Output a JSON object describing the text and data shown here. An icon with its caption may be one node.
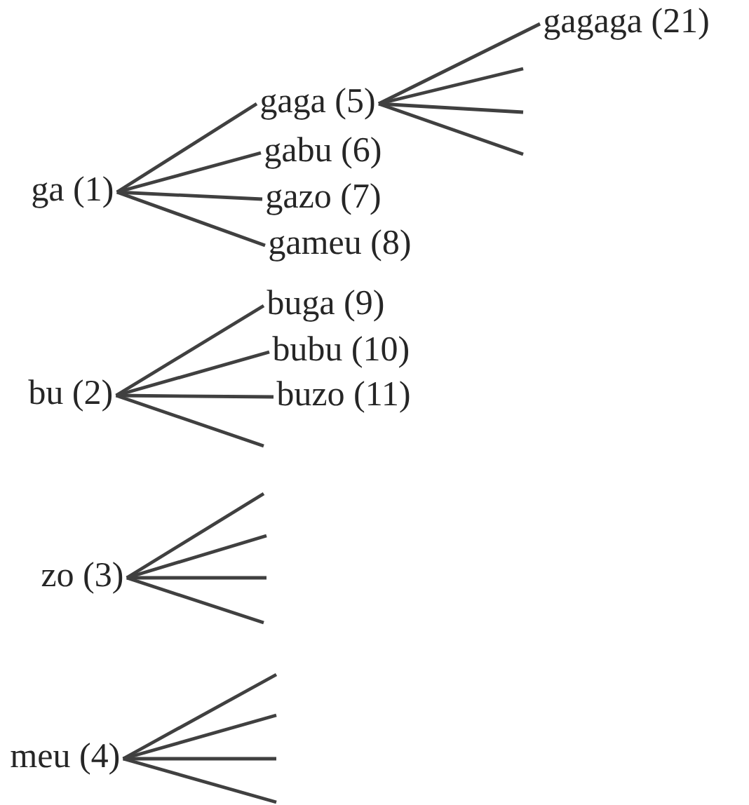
{
  "diagram": {
    "nodes": [
      {
        "text": [
          "gagaga (21)"
        ]
      },
      {
        "text": [
          "gaga (5)"
        ]
      },
      {
        "text": [
          "gabu (6)"
        ]
      },
      {
        "text": [
          "ga (1)"
        ]
      },
      {
        "text": [
          "gazo (7)"
        ]
      },
      {
        "text": [
          "gameu (8)"
        ]
      },
      {
        "text": [
          "buga (9)"
        ]
      },
      {
        "text": [
          "bubu (10)"
        ]
      },
      {
        "text": [
          "bu (2)"
        ]
      },
      {
        "text": [
          "buzo (11)"
        ]
      },
      {
        "text": [
          "zo (3)"
        ]
      },
      {
        "text": [
          "meu (4)"
        ]
      }
    ],
    "edges": [
      {
        "from": 3,
        "to": 1,
        "arrow": "none"
      },
      {
        "from": 3,
        "to": 2,
        "arrow": "none"
      },
      {
        "from": 3,
        "to": 4,
        "arrow": "none"
      },
      {
        "from": 3,
        "to": 5,
        "arrow": "none"
      },
      {
        "from": 1,
        "to": 0,
        "arrow": "none"
      },
      {
        "from": 1,
        "to": null,
        "arrow": "none"
      },
      {
        "from": 1,
        "to": null,
        "arrow": "none"
      },
      {
        "from": 1,
        "to": null,
        "arrow": "none"
      },
      {
        "from": 8,
        "to": 6,
        "arrow": "none"
      },
      {
        "from": 8,
        "to": 7,
        "arrow": "none"
      },
      {
        "from": 8,
        "to": 9,
        "arrow": "none"
      },
      {
        "from": 8,
        "to": null,
        "arrow": "none"
      },
      {
        "from": 10,
        "to": null,
        "arrow": "none"
      },
      {
        "from": 10,
        "to": null,
        "arrow": "none"
      },
      {
        "from": 10,
        "to": null,
        "arrow": "none"
      },
      {
        "from": 10,
        "to": null,
        "arrow": "none"
      },
      {
        "from": 11,
        "to": null,
        "arrow": "none"
      },
      {
        "from": 11,
        "to": null,
        "arrow": "none"
      },
      {
        "from": 11,
        "to": null,
        "arrow": "none"
      },
      {
        "from": 11,
        "to": null,
        "arrow": "none"
      }
    ]
  }
}
